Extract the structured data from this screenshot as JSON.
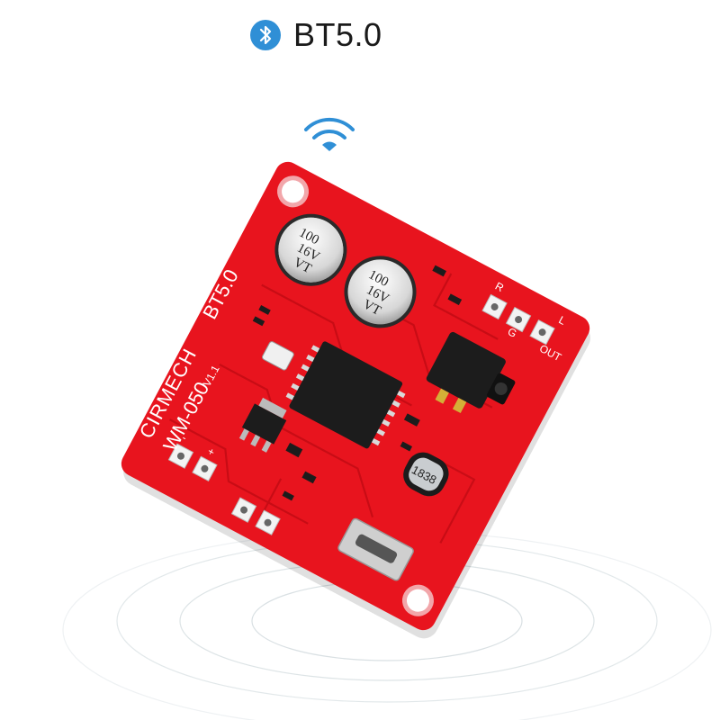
{
  "header": {
    "bluetooth_icon": "bluetooth-icon",
    "label": "BT5.0",
    "badge_color": "#2f8fd6"
  },
  "wifi_icon": "wifi-icon",
  "board": {
    "color": "#e8141e",
    "silkscreen": {
      "brand": "CIRMECH",
      "bt_label": "BT5.0",
      "model": "WM-050",
      "version": "V1.1",
      "out_label": "OUT",
      "pin_r": "R",
      "pin_g": "G",
      "pin_l": "L",
      "pin_neg": "-",
      "pin_plus": "+"
    },
    "capacitors": [
      {
        "value": "100",
        "voltage": "16V",
        "mark": "VT"
      },
      {
        "value": "100",
        "voltage": "16V",
        "mark": "VT"
      }
    ],
    "ir_receiver_label": "1838"
  }
}
